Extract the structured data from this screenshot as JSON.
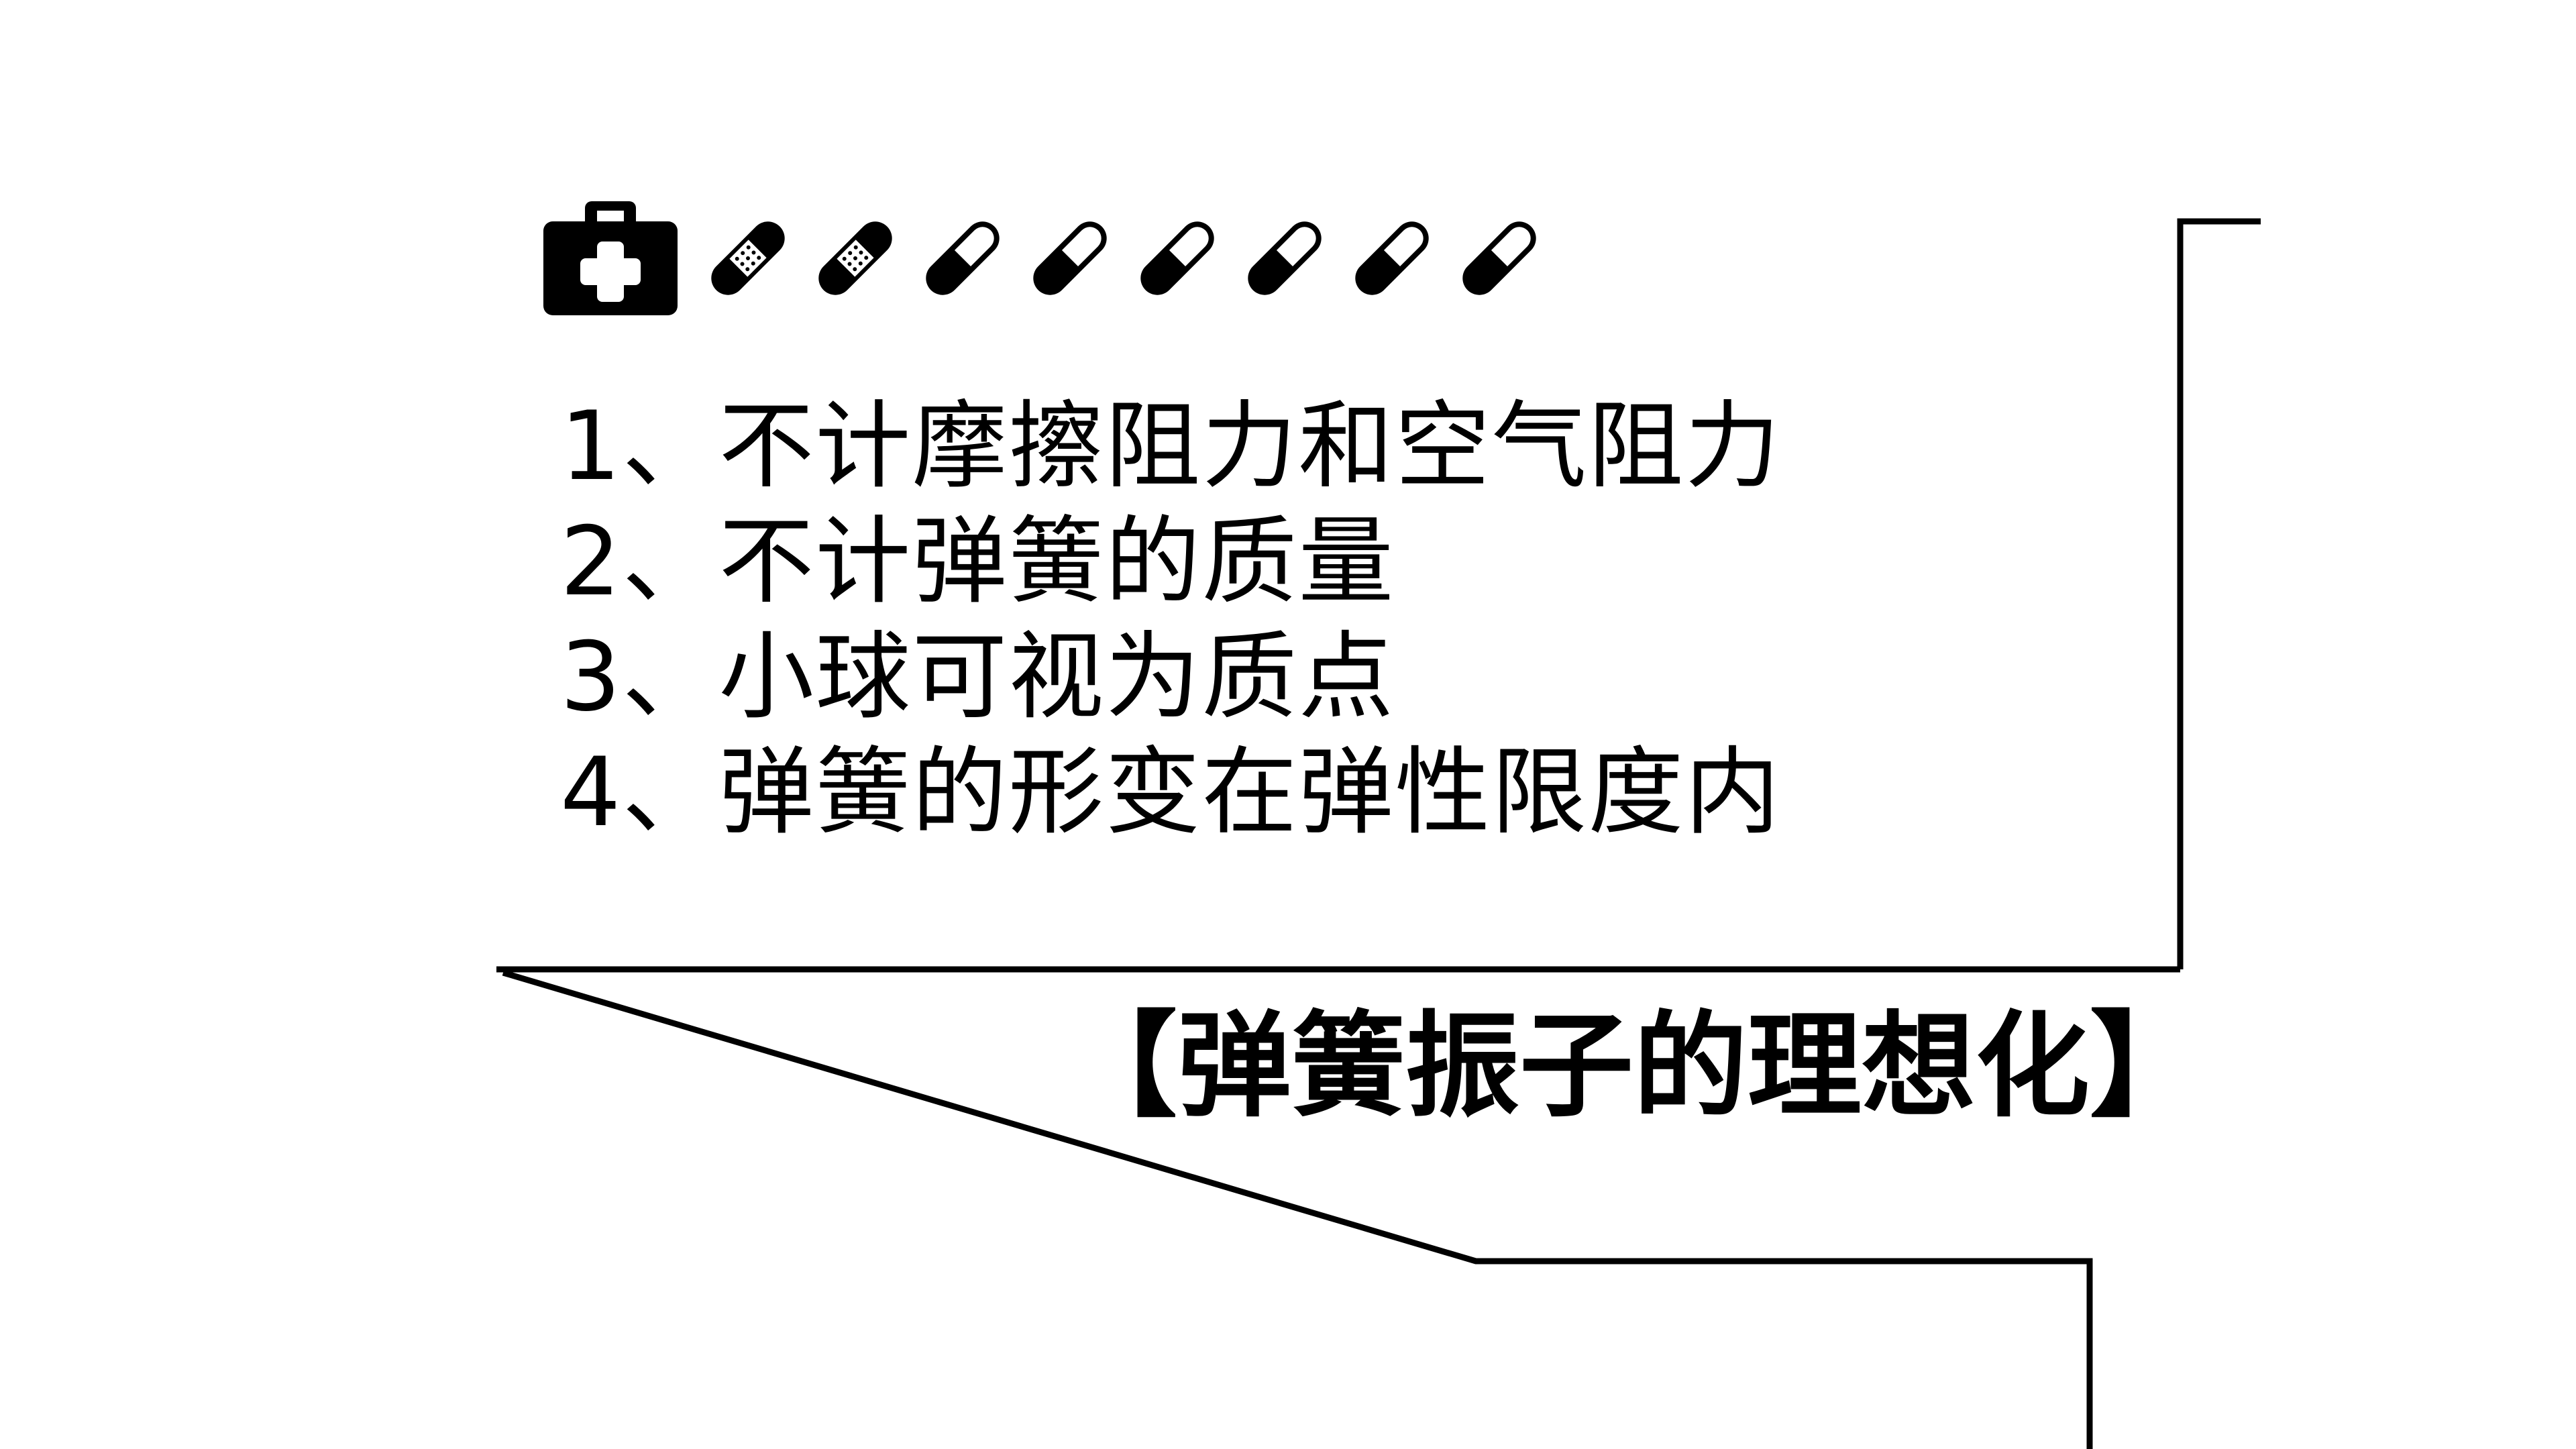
{
  "icons": {
    "kit": "medical-kit-icon",
    "bandages": [
      "bandage-icon",
      "bandage-icon"
    ],
    "capsules": [
      "capsule-icon",
      "capsule-icon",
      "capsule-icon",
      "capsule-icon",
      "capsule-icon",
      "capsule-icon"
    ]
  },
  "conditions": [
    "1、不计摩擦阻力和空气阻力",
    "2、不计弹簧的质量",
    "3、小球可视为质点",
    "4、弹簧的形变在弹性限度内"
  ],
  "title": "【弹簧振子的理想化】",
  "colors": {
    "ink": "#000000",
    "background": "#ffffff"
  }
}
